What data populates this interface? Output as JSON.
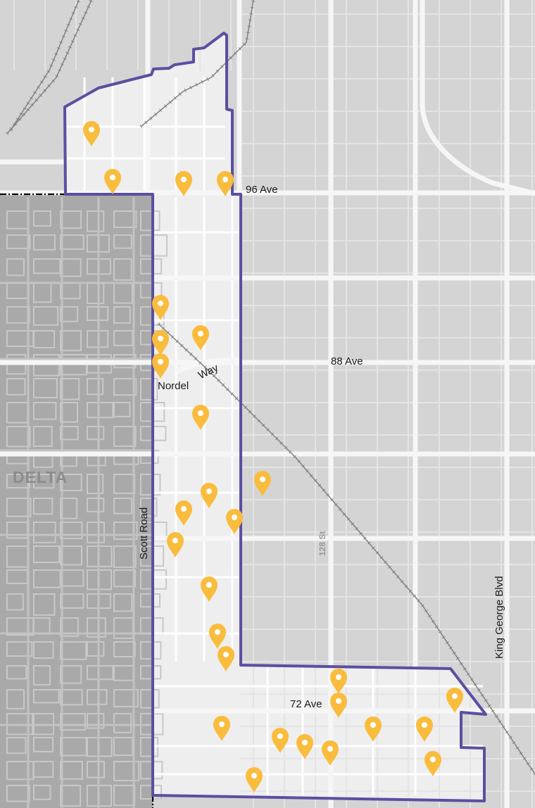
{
  "map": {
    "labels": {
      "ave96": "96 Ave",
      "ave88": "88 Ave",
      "nordel": "Nordel",
      "way": "Way",
      "ave72": "72 Ave",
      "delta": "DELTA",
      "scott_road": "Scott Road",
      "st128": "128 St",
      "king_george": "King George Blvd"
    },
    "colors": {
      "boundary": "#5a4fa0",
      "marker": "#f9bc3c",
      "delta_region": "#a9a9a9",
      "surrey_region": "#d4d4d4",
      "study_area": "#eeeeee",
      "roads": "#f6f6f6",
      "railway": "#808080",
      "municipal_line": "#000000"
    },
    "icons": [
      "location-pin-icon"
    ]
  }
}
